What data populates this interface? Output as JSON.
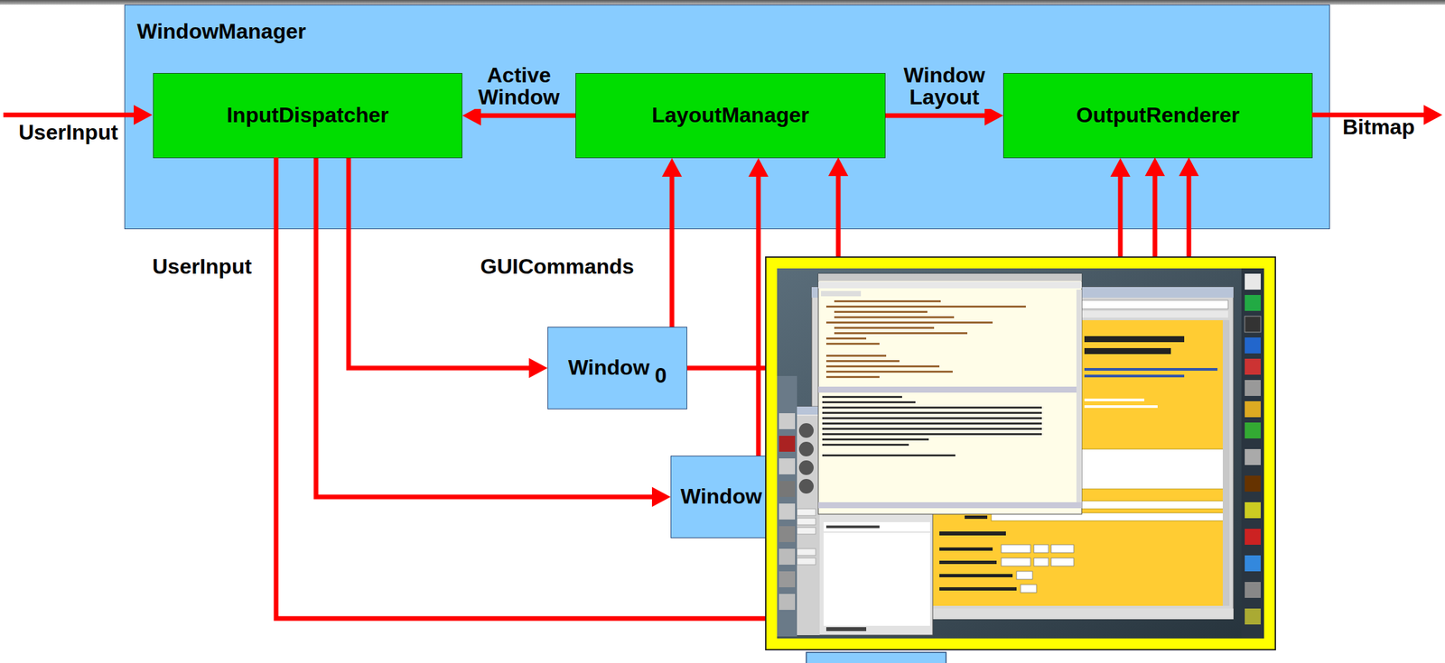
{
  "diagram": {
    "nodes": [
      {
        "text": [
          "WindowManager"
        ]
      },
      {
        "text": [
          "InputDispatcher"
        ],
        "in": 0
      },
      {
        "text": [
          "LayoutManager"
        ],
        "in": 0
      },
      {
        "text": [
          "OutputRenderer"
        ],
        "in": 0
      },
      {
        "text": [
          "Window",
          "0"
        ]
      },
      {
        "text": [
          "Window"
        ]
      }
    ],
    "edges": [
      {
        "from": 2,
        "to": 1,
        "label": "Active Window",
        "arrow": "to"
      },
      {
        "from": 2,
        "to": 3,
        "label": "Window Layout",
        "arrow": "to"
      },
      {
        "from": 1,
        "to": 4,
        "arrow": "to"
      },
      {
        "from": 1,
        "to": 5,
        "arrow": "to"
      },
      {
        "from": 4,
        "to": 2,
        "arrow": "to"
      },
      {
        "from": 5,
        "to": 2,
        "arrow": "to"
      },
      {
        "from": 4,
        "to": 3,
        "arrow": "to"
      }
    ],
    "labels": [
      "UserInput",
      "Bitmap",
      "UserInput",
      "GUICommands"
    ]
  }
}
